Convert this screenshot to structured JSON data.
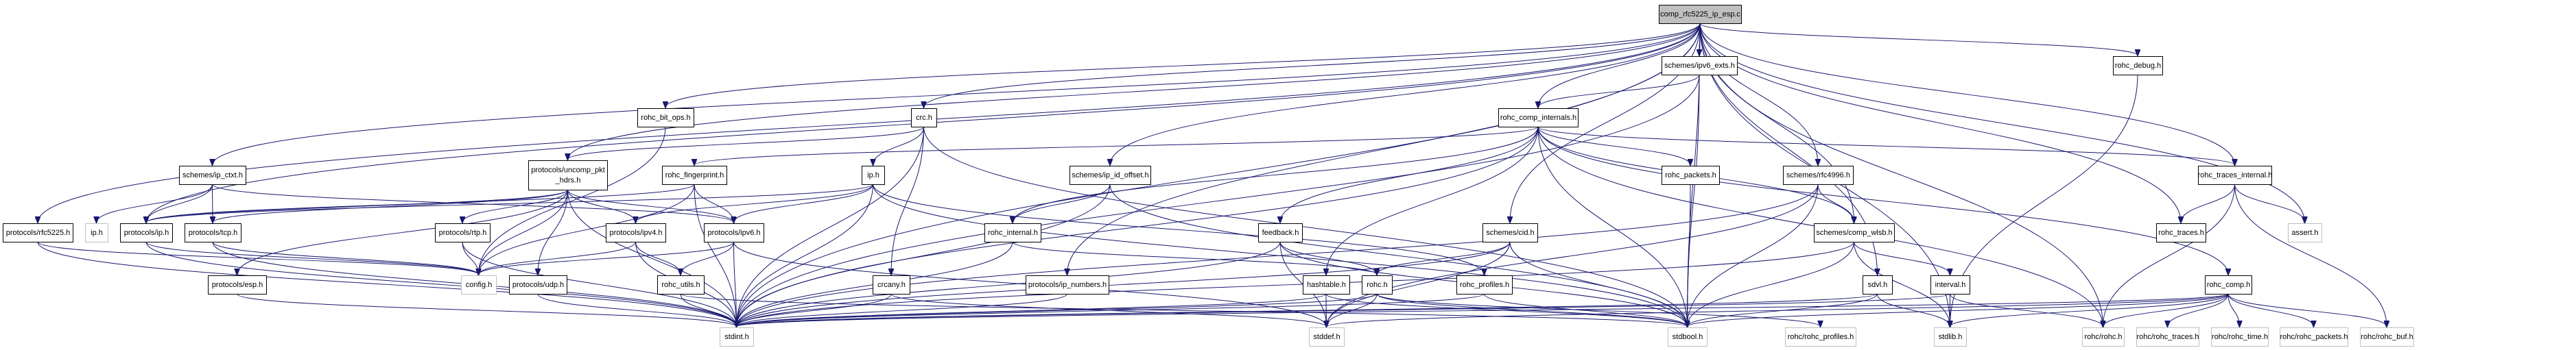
{
  "diagram": {
    "type": "include-dependency-graph",
    "title": "comp_rfc5225_ip_esp.c",
    "colors": {
      "edge": "#191970",
      "root_fill": "#bfbfbf",
      "documented_border": "#000000",
      "undocumented_border": "#bfbfbf"
    },
    "nodes": [
      {
        "id": "root",
        "label": "comp_rfc5225_ip_esp.c",
        "kind": "root"
      },
      {
        "id": "ipv6_exts",
        "label": "schemes/ipv6_exts.h",
        "kind": "documented"
      },
      {
        "id": "rohc_debug",
        "label": "rohc_debug.h",
        "kind": "documented"
      },
      {
        "id": "rohc_bit_ops",
        "label": "rohc_bit_ops.h",
        "kind": "documented"
      },
      {
        "id": "crc",
        "label": "crc.h",
        "kind": "documented"
      },
      {
        "id": "rohc_comp_internals",
        "label": "rohc_comp_internals.h",
        "kind": "documented"
      },
      {
        "id": "ip_ctxt",
        "label": "schemes/ip_ctxt.h",
        "kind": "documented"
      },
      {
        "id": "uncomp_pkt_hdrs",
        "label": "protocols/uncomp_pkt_hdrs.h",
        "label_lines": [
          "protocols/uncomp_pkt",
          "_hdrs.h"
        ],
        "kind": "documented"
      },
      {
        "id": "rohc_fingerprint",
        "label": "rohc_fingerprint.h",
        "kind": "documented"
      },
      {
        "id": "ip_h",
        "label": "ip.h",
        "kind": "documented"
      },
      {
        "id": "ip_id_offset",
        "label": "schemes/ip_id_offset.h",
        "kind": "documented"
      },
      {
        "id": "rohc_packets",
        "label": "rohc_packets.h",
        "kind": "documented"
      },
      {
        "id": "rfc4996",
        "label": "schemes/rfc4996.h",
        "kind": "documented"
      },
      {
        "id": "rohc_traces_internal",
        "label": "rohc_traces_internal.h",
        "kind": "documented"
      },
      {
        "id": "rfc5225",
        "label": "protocols/rfc5225.h",
        "kind": "documented"
      },
      {
        "id": "sys_ip",
        "label": "ip.h",
        "kind": "undocumented"
      },
      {
        "id": "proto_ip",
        "label": "protocols/ip.h",
        "kind": "documented"
      },
      {
        "id": "tcp",
        "label": "protocols/tcp.h",
        "kind": "documented"
      },
      {
        "id": "rtp",
        "label": "protocols/rtp.h",
        "kind": "documented"
      },
      {
        "id": "ipv4",
        "label": "protocols/ipv4.h",
        "kind": "documented"
      },
      {
        "id": "ipv6",
        "label": "protocols/ipv6.h",
        "kind": "documented"
      },
      {
        "id": "rohc_internal",
        "label": "rohc_internal.h",
        "kind": "documented"
      },
      {
        "id": "feedback",
        "label": "feedback.h",
        "kind": "documented"
      },
      {
        "id": "cid",
        "label": "schemes/cid.h",
        "kind": "documented"
      },
      {
        "id": "comp_wlsb",
        "label": "schemes/comp_wlsb.h",
        "kind": "documented"
      },
      {
        "id": "rohc_traces",
        "label": "rohc_traces.h",
        "kind": "documented"
      },
      {
        "id": "assert",
        "label": "assert.h",
        "kind": "undocumented"
      },
      {
        "id": "esp",
        "label": "protocols/esp.h",
        "kind": "documented"
      },
      {
        "id": "config",
        "label": "config.h",
        "kind": "undocumented"
      },
      {
        "id": "udp",
        "label": "protocols/udp.h",
        "kind": "documented"
      },
      {
        "id": "rohc_utils",
        "label": "rohc_utils.h",
        "kind": "documented"
      },
      {
        "id": "crcany",
        "label": "crcany.h",
        "kind": "documented"
      },
      {
        "id": "ip_numbers",
        "label": "protocols/ip_numbers.h",
        "kind": "documented"
      },
      {
        "id": "hashtable",
        "label": "hashtable.h",
        "kind": "documented"
      },
      {
        "id": "rohc_h",
        "label": "rohc.h",
        "kind": "documented"
      },
      {
        "id": "rohc_profiles",
        "label": "rohc_profiles.h",
        "kind": "documented"
      },
      {
        "id": "sdvl",
        "label": "sdvl.h",
        "kind": "documented"
      },
      {
        "id": "interval",
        "label": "interval.h",
        "kind": "documented"
      },
      {
        "id": "rohc_comp",
        "label": "rohc_comp.h",
        "kind": "documented"
      },
      {
        "id": "stdint",
        "label": "stdint.h",
        "kind": "undocumented"
      },
      {
        "id": "stddef",
        "label": "stddef.h",
        "kind": "undocumented"
      },
      {
        "id": "stdbool",
        "label": "stdbool.h",
        "kind": "undocumented"
      },
      {
        "id": "rohc_rohc_profiles",
        "label": "rohc/rohc_profiles.h",
        "kind": "undocumented"
      },
      {
        "id": "stdlib",
        "label": "stdlib.h",
        "kind": "undocumented"
      },
      {
        "id": "rohc_rohc",
        "label": "rohc/rohc.h",
        "kind": "undocumented"
      },
      {
        "id": "rohc_rohc_traces",
        "label": "rohc/rohc_traces.h",
        "kind": "undocumented"
      },
      {
        "id": "rohc_rohc_time",
        "label": "rohc/rohc_time.h",
        "kind": "undocumented"
      },
      {
        "id": "rohc_rohc_packets",
        "label": "rohc/rohc_packets.h",
        "kind": "undocumented"
      },
      {
        "id": "rohc_rohc_buf",
        "label": "rohc/rohc_buf.h",
        "kind": "undocumented"
      }
    ],
    "edges": [
      [
        "root",
        "ipv6_exts"
      ],
      [
        "root",
        "rohc_debug"
      ],
      [
        "root",
        "rohc_bit_ops"
      ],
      [
        "root",
        "crc"
      ],
      [
        "root",
        "rohc_comp_internals"
      ],
      [
        "root",
        "ip_ctxt"
      ],
      [
        "root",
        "rfc5225"
      ],
      [
        "root",
        "proto_ip"
      ],
      [
        "root",
        "ip_id_offset"
      ],
      [
        "root",
        "rfc4996"
      ],
      [
        "root",
        "rohc_traces_internal"
      ],
      [
        "root",
        "cid"
      ],
      [
        "root",
        "comp_wlsb"
      ],
      [
        "root",
        "rohc_traces"
      ],
      [
        "root",
        "assert"
      ],
      [
        "root",
        "sdvl"
      ],
      [
        "root",
        "ip_numbers"
      ],
      [
        "root",
        "uncomp_pkt_hdrs"
      ],
      [
        "root",
        "stdint"
      ],
      [
        "root",
        "stdbool"
      ],
      [
        "root",
        "stdlib"
      ],
      [
        "root",
        "rohc_rohc"
      ],
      [
        "ipv6_exts",
        "rohc_comp_internals"
      ],
      [
        "ipv6_exts",
        "stdbool"
      ],
      [
        "ipv6_exts",
        "stdint"
      ],
      [
        "rohc_debug",
        "stdlib"
      ],
      [
        "rohc_bit_ops",
        "config"
      ],
      [
        "crc",
        "ip_h"
      ],
      [
        "crc",
        "crcany"
      ],
      [
        "crc",
        "stdint"
      ],
      [
        "crc",
        "stdbool"
      ],
      [
        "crc",
        "uncomp_pkt_hdrs"
      ],
      [
        "rohc_comp_internals",
        "rohc_packets"
      ],
      [
        "rohc_comp_internals",
        "feedback"
      ],
      [
        "rohc_comp_internals",
        "hashtable"
      ],
      [
        "rohc_comp_internals",
        "rohc_comp"
      ],
      [
        "rohc_comp_internals",
        "rohc_fingerprint"
      ],
      [
        "rohc_comp_internals",
        "rohc_internal"
      ],
      [
        "rohc_comp_internals",
        "rohc_traces_internal"
      ],
      [
        "rohc_comp_internals",
        "comp_wlsb"
      ],
      [
        "rohc_comp_internals",
        "stdbool"
      ],
      [
        "rohc_comp_internals",
        "stdint"
      ],
      [
        "rohc_comp_internals",
        "rohc_rohc"
      ],
      [
        "ip_ctxt",
        "sys_ip"
      ],
      [
        "ip_ctxt",
        "proto_ip"
      ],
      [
        "ip_ctxt",
        "tcp"
      ],
      [
        "ip_ctxt",
        "ipv6"
      ],
      [
        "uncomp_pkt_hdrs",
        "proto_ip"
      ],
      [
        "uncomp_pkt_hdrs",
        "tcp"
      ],
      [
        "uncomp_pkt_hdrs",
        "esp"
      ],
      [
        "uncomp_pkt_hdrs",
        "rtp"
      ],
      [
        "uncomp_pkt_hdrs",
        "config"
      ],
      [
        "uncomp_pkt_hdrs",
        "udp"
      ],
      [
        "uncomp_pkt_hdrs",
        "ipv4"
      ],
      [
        "uncomp_pkt_hdrs",
        "ipv6"
      ],
      [
        "uncomp_pkt_hdrs",
        "stdint"
      ],
      [
        "rohc_fingerprint",
        "proto_ip"
      ],
      [
        "rohc_fingerprint",
        "ipv6"
      ],
      [
        "rohc_fingerprint",
        "config"
      ],
      [
        "rohc_fingerprint",
        "stdint"
      ],
      [
        "ip_h",
        "ipv4"
      ],
      [
        "ip_h",
        "ipv6"
      ],
      [
        "ip_h",
        "proto_ip"
      ],
      [
        "ip_h",
        "stdint"
      ],
      [
        "ip_h",
        "stdbool"
      ],
      [
        "ip_h",
        "rohc_profiles"
      ],
      [
        "ip_id_offset",
        "rohc_internal"
      ],
      [
        "ip_id_offset",
        "stdint"
      ],
      [
        "ip_id_offset",
        "stdbool"
      ],
      [
        "rohc_packets",
        "stdbool"
      ],
      [
        "rfc4996",
        "comp_wlsb"
      ],
      [
        "rfc4996",
        "stdint"
      ],
      [
        "rfc4996",
        "stdbool"
      ],
      [
        "rfc4996",
        "stddef"
      ],
      [
        "rohc_traces_internal",
        "rohc_traces"
      ],
      [
        "rohc_traces_internal",
        "assert"
      ],
      [
        "rohc_traces_internal",
        "rohc_rohc_buf"
      ],
      [
        "rohc_traces_internal",
        "rohc_rohc"
      ],
      [
        "rfc5225",
        "config"
      ],
      [
        "rfc5225",
        "stdint"
      ],
      [
        "proto_ip",
        "config"
      ],
      [
        "proto_ip",
        "stdint"
      ],
      [
        "tcp",
        "config"
      ],
      [
        "tcp",
        "stdint"
      ],
      [
        "rtp",
        "config"
      ],
      [
        "rtp",
        "stdint"
      ],
      [
        "ipv4",
        "config"
      ],
      [
        "ipv4",
        "rohc_utils"
      ],
      [
        "ipv4",
        "stdint"
      ],
      [
        "ipv6",
        "config"
      ],
      [
        "ipv6",
        "rohc_utils"
      ],
      [
        "ipv6",
        "stdint"
      ],
      [
        "ipv6",
        "stddef"
      ],
      [
        "rohc_internal",
        "rohc_h"
      ],
      [
        "rohc_internal",
        "stdint"
      ],
      [
        "feedback",
        "rohc_h"
      ],
      [
        "feedback",
        "stdint"
      ],
      [
        "feedback",
        "stddef"
      ],
      [
        "feedback",
        "stdbool"
      ],
      [
        "cid",
        "rohc_h"
      ],
      [
        "cid",
        "stdint"
      ],
      [
        "cid",
        "stdbool"
      ],
      [
        "cid",
        "stddef"
      ],
      [
        "comp_wlsb",
        "interval"
      ],
      [
        "comp_wlsb",
        "stdint"
      ],
      [
        "comp_wlsb",
        "stdbool"
      ],
      [
        "comp_wlsb",
        "stdlib"
      ],
      [
        "esp",
        "stdint"
      ],
      [
        "udp",
        "stdint"
      ],
      [
        "rohc_utils",
        "stdint"
      ],
      [
        "rohc_utils",
        "stdbool"
      ],
      [
        "crcany",
        "stdint"
      ],
      [
        "crcany",
        "stddef"
      ],
      [
        "ip_numbers",
        "stdint"
      ],
      [
        "hashtable",
        "stddef"
      ],
      [
        "hashtable",
        "stdint"
      ],
      [
        "hashtable",
        "stdbool"
      ],
      [
        "rohc_h",
        "stdint"
      ],
      [
        "rohc_h",
        "stddef"
      ],
      [
        "rohc_h",
        "stdbool"
      ],
      [
        "rohc_h",
        "rohc_rohc_profiles"
      ],
      [
        "rohc_profiles",
        "stdbool"
      ],
      [
        "rohc_profiles",
        "stdint"
      ],
      [
        "sdvl",
        "stdint"
      ],
      [
        "sdvl",
        "stdbool"
      ],
      [
        "sdvl",
        "stdlib"
      ],
      [
        "interval",
        "stdint"
      ],
      [
        "interval",
        "stdlib"
      ],
      [
        "interval",
        "rohc_rohc"
      ],
      [
        "rohc_comp",
        "rohc_rohc"
      ],
      [
        "rohc_comp",
        "rohc_rohc_traces"
      ],
      [
        "rohc_comp",
        "rohc_rohc_time"
      ],
      [
        "rohc_comp",
        "rohc_rohc_packets"
      ],
      [
        "rohc_comp",
        "rohc_rohc_buf"
      ],
      [
        "rohc_comp",
        "stdbool"
      ],
      [
        "rohc_comp",
        "stdint"
      ],
      [
        "rohc_comp",
        "stdlib"
      ],
      [
        "rohc_comp",
        "stddef"
      ]
    ]
  }
}
